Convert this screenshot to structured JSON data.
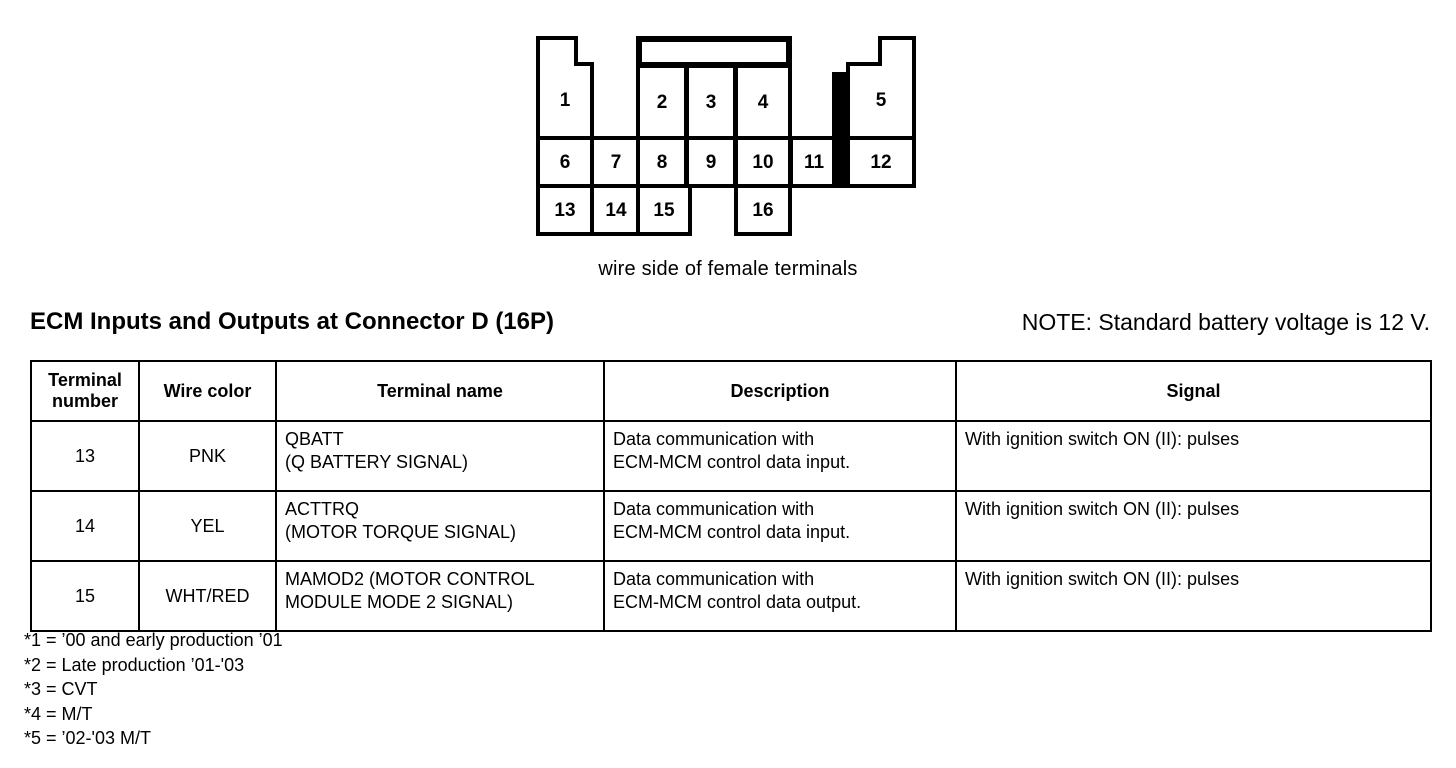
{
  "diagram": {
    "name": "connector-d-16p-pinout",
    "caption": "wire side of female terminals",
    "rows": {
      "top": [
        "1",
        "2",
        "3",
        "4",
        "5"
      ],
      "middle": [
        "6",
        "7",
        "8",
        "9",
        "10",
        "11",
        "12"
      ],
      "bottom": [
        "13",
        "14",
        "15",
        "16"
      ]
    },
    "terminals": [
      {
        "number": "1"
      },
      {
        "number": "2"
      },
      {
        "number": "3"
      },
      {
        "number": "4"
      },
      {
        "number": "5"
      },
      {
        "number": "6"
      },
      {
        "number": "7"
      },
      {
        "number": "8"
      },
      {
        "number": "9"
      },
      {
        "number": "10"
      },
      {
        "number": "11"
      },
      {
        "number": "12"
      },
      {
        "number": "13"
      },
      {
        "number": "14"
      },
      {
        "number": "15"
      },
      {
        "number": "16"
      }
    ]
  },
  "section": {
    "title": "ECM Inputs and Outputs at Connector D (16P)",
    "note": "NOTE: Standard battery voltage is 12 V."
  },
  "table": {
    "headers": {
      "terminal_number": "Terminal\nnumber",
      "wire_color": "Wire color",
      "terminal_name": "Terminal name",
      "description": "Description",
      "signal": "Signal"
    },
    "rows": [
      {
        "terminal_number": "13",
        "wire_color": "PNK",
        "terminal_name": "QBATT\n(Q BATTERY SIGNAL)",
        "description": "Data communication with\nECM-MCM control data input.",
        "signal": "With ignition switch ON (II): pulses"
      },
      {
        "terminal_number": "14",
        "wire_color": "YEL",
        "terminal_name": "ACTTRQ\n(MOTOR TORQUE SIGNAL)",
        "description": "Data communication with\nECM-MCM control data input.",
        "signal": "With ignition switch ON (II): pulses"
      },
      {
        "terminal_number": "15",
        "wire_color": "WHT/RED",
        "terminal_name": "MAMOD2 (MOTOR CONTROL\nMODULE MODE 2 SIGNAL)",
        "description": "Data communication with\nECM-MCM control data output.",
        "signal": "With ignition switch ON (II): pulses"
      }
    ]
  },
  "footnotes": [
    "*1 = ’00 and early production ’01",
    "*2 = Late production ’01-'03",
    "*3 = CVT",
    "*4 = M/T",
    "*5 = ’02-'03 M/T"
  ],
  "colors": {
    "ink": "#000000",
    "paper": "#ffffff"
  }
}
